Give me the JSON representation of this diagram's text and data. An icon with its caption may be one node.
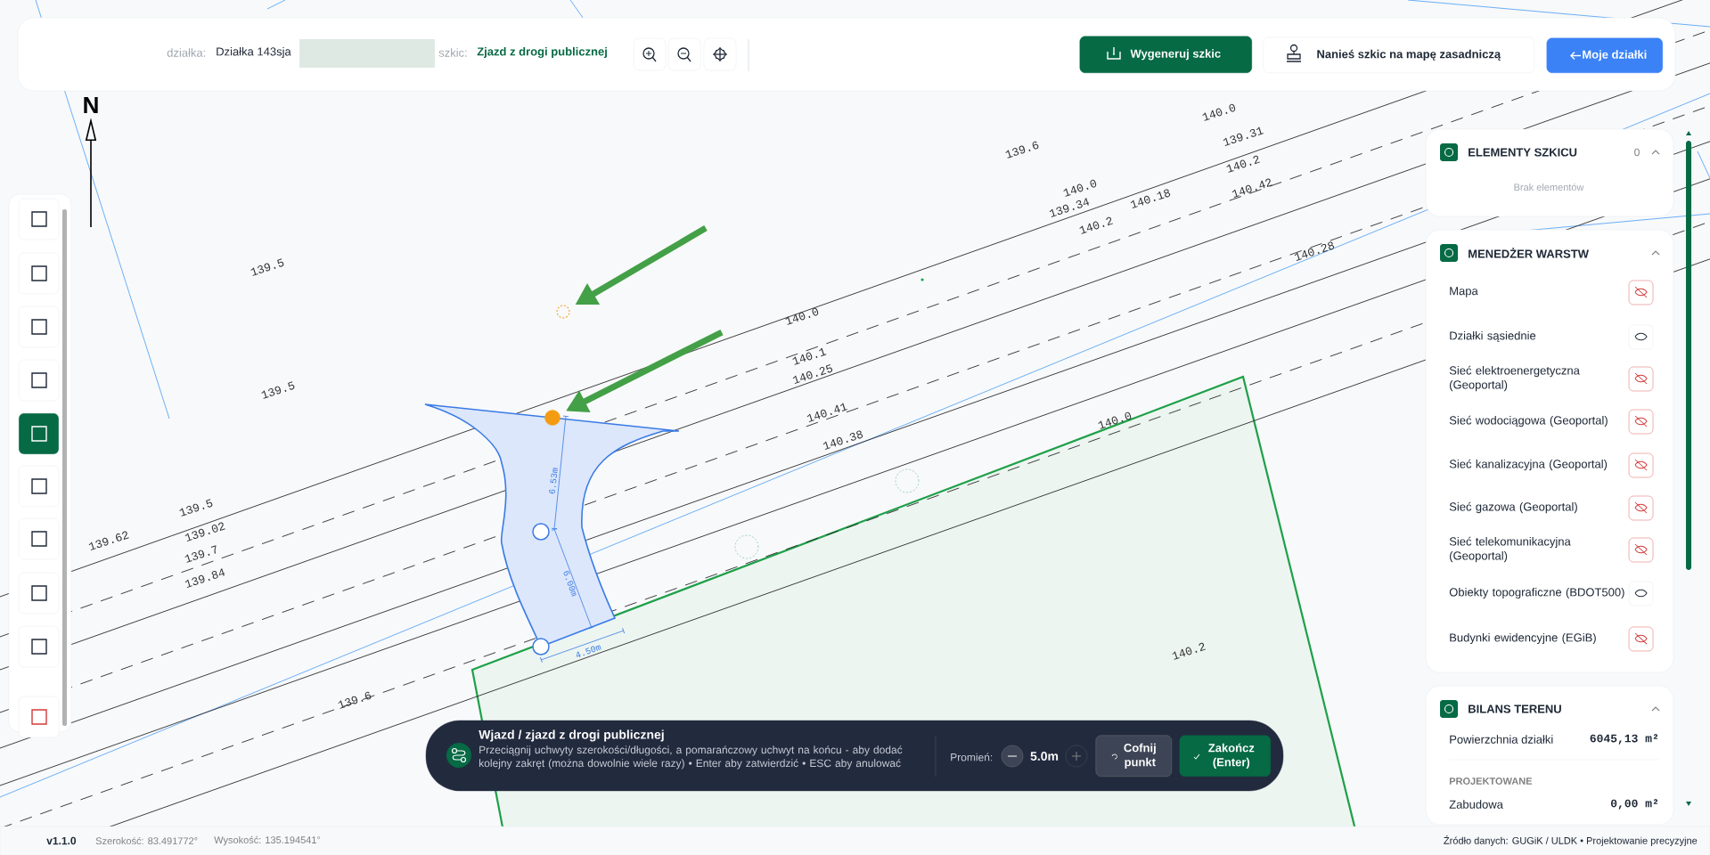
{
  "diagram": {
    "nodes": [
      {
        "text": [
          "działka:",
          "Działka 143sja",
          "szkic:",
          "Zjazd z drogi publicznej"
        ]
      },
      {
        "text": [
          "Wygeneruj szkic"
        ],
        "in": 0
      },
      {
        "text": [
          "Nanieś szkic na mapę zasadniczą"
        ],
        "in": 0
      },
      {
        "text": [
          "Moje działki"
        ],
        "in": 0
      },
      {
        "text": [
          "ELEMENTY SZKICU",
          "0",
          "Brak elementów"
        ]
      },
      {
        "text": [
          "MENEDŻER WARSTW",
          "Mapa",
          "Działki sąsiednie",
          "Sieć elektroenergetyczna (Geoportal)",
          "Sieć wodociągowa (Geoportal)",
          "Sieć kanalizacyjna (Geoportal)",
          "Sieć gazowa (Geoportal)",
          "Sieć telekomunikacyjna (Geoportal)",
          "Obiekty topograficzne (BDOT500)",
          "Budynki ewidencyjne (EGiB)"
        ]
      },
      {
        "text": [
          "BILANS TERENU",
          "Powierzchnia działki",
          "6045,13 m²",
          "PROJEKTOWANE",
          "Zabudowa",
          "0,00 m²"
        ]
      },
      {
        "text": [
          "Wjazd / zjazd z drogi publicznej",
          "Przeciągnij uchwyty szerokości/długości, a pomarańczowy uchwyt na końcu - aby dodać kolejny zakręt (można dowolnie wiele razy) • Enter aby zatwierdzić • ESC aby anulować",
          "Promień:",
          "5.0m"
        ]
      },
      {
        "text": [
          "Cofnij punkt"
        ],
        "in": 7
      },
      {
        "text": [
          "Zakończ (Enter)"
        ],
        "in": 7
      },
      {
        "text": [],
        "shape": "circle"
      },
      {
        "text": [],
        "shape": "circle"
      }
    ],
    "edges": [
      {
        "from": null,
        "to": 10,
        "arrow": "to"
      },
      {
        "from": null,
        "to": 11,
        "arrow": "to"
      }
    ],
    "labels": [
      "N",
      "139.6",
      "140.0",
      "139.31",
      "140.2",
      "140.42",
      "140.0",
      "139.34",
      "140.2",
      "140.18",
      "140.28",
      "139.5",
      "139.5",
      "140.0",
      "140.1",
      "140.25",
      "140.41",
      "140.38",
      "140.0",
      "139.5",
      "139.02",
      "139.7",
      "139.84",
      "139.62",
      "139.6",
      "140.2",
      "6.53m",
      "6.00m",
      "4.50m",
      "v1.1.0",
      "Szerokość: 83.491772°",
      "Wysokość: 135.194541°",
      "Źródło danych: GUGiK / ULDK • Projektowanie precyzyjne"
    ]
  }
}
